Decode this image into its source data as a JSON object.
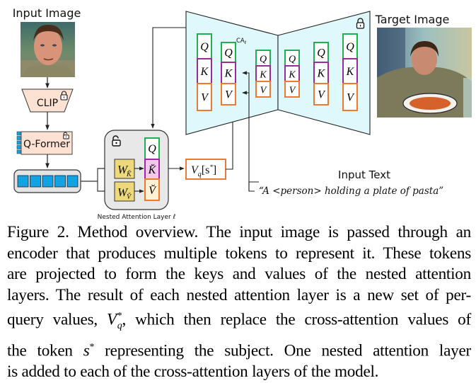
{
  "figure": {
    "labels": {
      "input_image": "Input Image",
      "target_image": "Target Image",
      "clip": "CLIP",
      "qformer": "Q-Former",
      "nested_layer": "Nested Attention Layer ℓ",
      "input_text": "Input Text",
      "prompt": "“A <person> holding a plate of pasta”",
      "ca_label": "CA",
      "ca_sub": "ℓ",
      "vq": "V",
      "vq_sub": "q",
      "vq_arg": "[s",
      "vq_sup": "*",
      "vq_close": "]"
    },
    "nested": {
      "q": "Q",
      "k_tilde": "K̆",
      "v_tilde": "V̆",
      "wk": "W",
      "wk_sub": "K̆",
      "wv": "W",
      "wv_sub": "V̆"
    },
    "unet_blocks": [
      {
        "q": "Q",
        "k": "K",
        "v": "V"
      },
      {
        "q": "Q",
        "k": "K",
        "v": "V"
      },
      {
        "q": "Q",
        "k": "K",
        "v": "V"
      },
      {
        "q": "Q",
        "k": "K",
        "v": "V"
      },
      {
        "q": "Q",
        "k": "K",
        "v": "V"
      },
      {
        "q": "Q",
        "k": "K",
        "v": "V"
      }
    ],
    "token_count": 5,
    "icons": {
      "clip_lock": "lock-closed",
      "qformer_lock": "lock-open",
      "nested_lock": "lock-open",
      "unet_lock": "lock-closed"
    },
    "colors": {
      "q_border": "#20b050",
      "k_border": "#9b2a9b",
      "v_border": "#ec7a31",
      "k_fill": "#f3c6ec",
      "v_fill": "#fff1d4",
      "w_fill": "#eed97a",
      "token_fill": "#12a3e4",
      "encoder_fill": "#fde1d3",
      "unet_fill": "#dff8fb",
      "nested_fill": "#e8e8e8"
    }
  },
  "caption": {
    "lines": [
      "Figure 2. Method overview. The input image is passed through an",
      "encoder that produces multiple tokens to represent it. These tokens",
      "are projected to form the keys and values of the nested attention",
      "layers. The result of each nested attention layer is a new set of per-"
    ],
    "line5_a": "query values, ",
    "line5_math": "V",
    "line5_sub": "q",
    "line5_sup": "*",
    "line5_b": ", which then replace the cross-attention values of",
    "line6_a": "the token ",
    "line6_math": "s",
    "line6_sup": "*",
    "line6_b": " representing the subject. One nested attention layer",
    "line7": "is added to each of the cross-attention layers of the model."
  }
}
